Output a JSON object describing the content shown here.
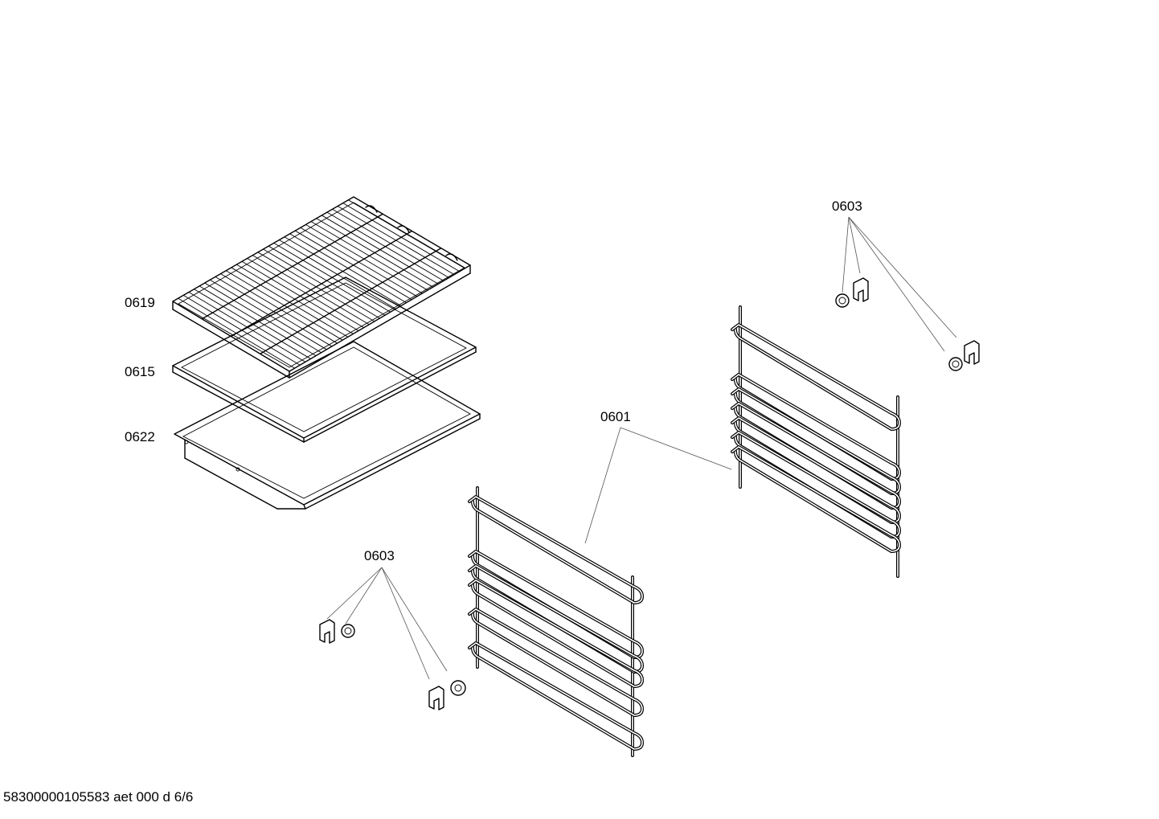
{
  "labels": {
    "part_0619": "0619",
    "part_0615": "0615",
    "part_0622": "0622",
    "part_0601": "0601",
    "part_0603_top": "0603",
    "part_0603_bottom": "0603"
  },
  "footer": {
    "document_code": "58300000105583 aet 000 d 6/6"
  }
}
